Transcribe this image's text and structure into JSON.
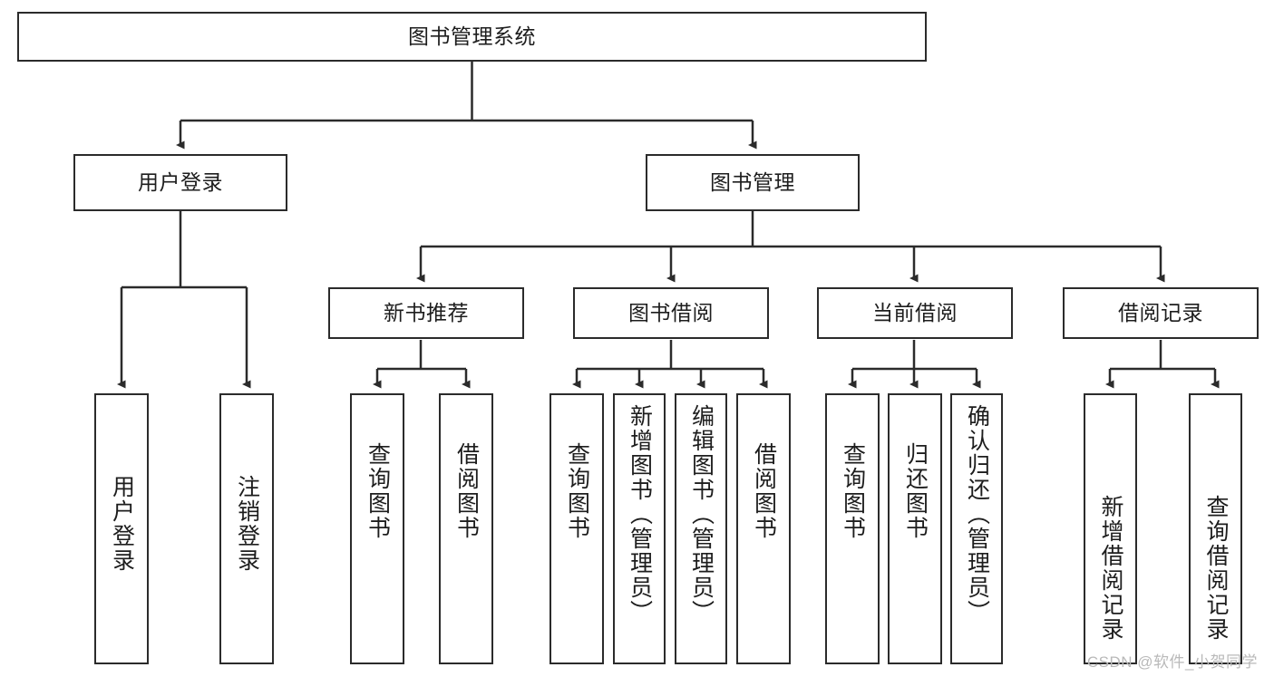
{
  "diagram": {
    "type": "tree-hierarchy-chart",
    "title": "图书管理系统",
    "colors": {
      "stroke": "#2b2b2b",
      "fill": "#ffffff",
      "text": "#1d1d1d",
      "watermark": "#b9b9b9"
    },
    "root": {
      "label": "图书管理系统"
    },
    "level2": [
      {
        "label": "用户登录"
      },
      {
        "label": "图书管理"
      }
    ],
    "level3": [
      {
        "label": "新书推荐"
      },
      {
        "label": "图书借阅"
      },
      {
        "label": "当前借阅"
      },
      {
        "label": "借阅记录"
      }
    ],
    "leaves": {
      "user_login": [
        {
          "label": "用户登录"
        },
        {
          "label": "注销登录"
        }
      ],
      "new_book": [
        {
          "label": "查询图书"
        },
        {
          "label": "借阅图书"
        }
      ],
      "book_borrow": [
        {
          "label": "查询图书"
        },
        {
          "label": "新增图书（管理员）"
        },
        {
          "label": "编辑图书（管理员）"
        },
        {
          "label": "借阅图书"
        }
      ],
      "current_borrow": [
        {
          "label": "查询图书"
        },
        {
          "label": "归还图书"
        },
        {
          "label": "确认归还（管理员）"
        }
      ],
      "borrow_record": [
        {
          "label": "新增借阅记录"
        },
        {
          "label": "查询借阅记录"
        }
      ]
    }
  },
  "watermark": {
    "text": "CSDN @软件_小贺同学"
  }
}
